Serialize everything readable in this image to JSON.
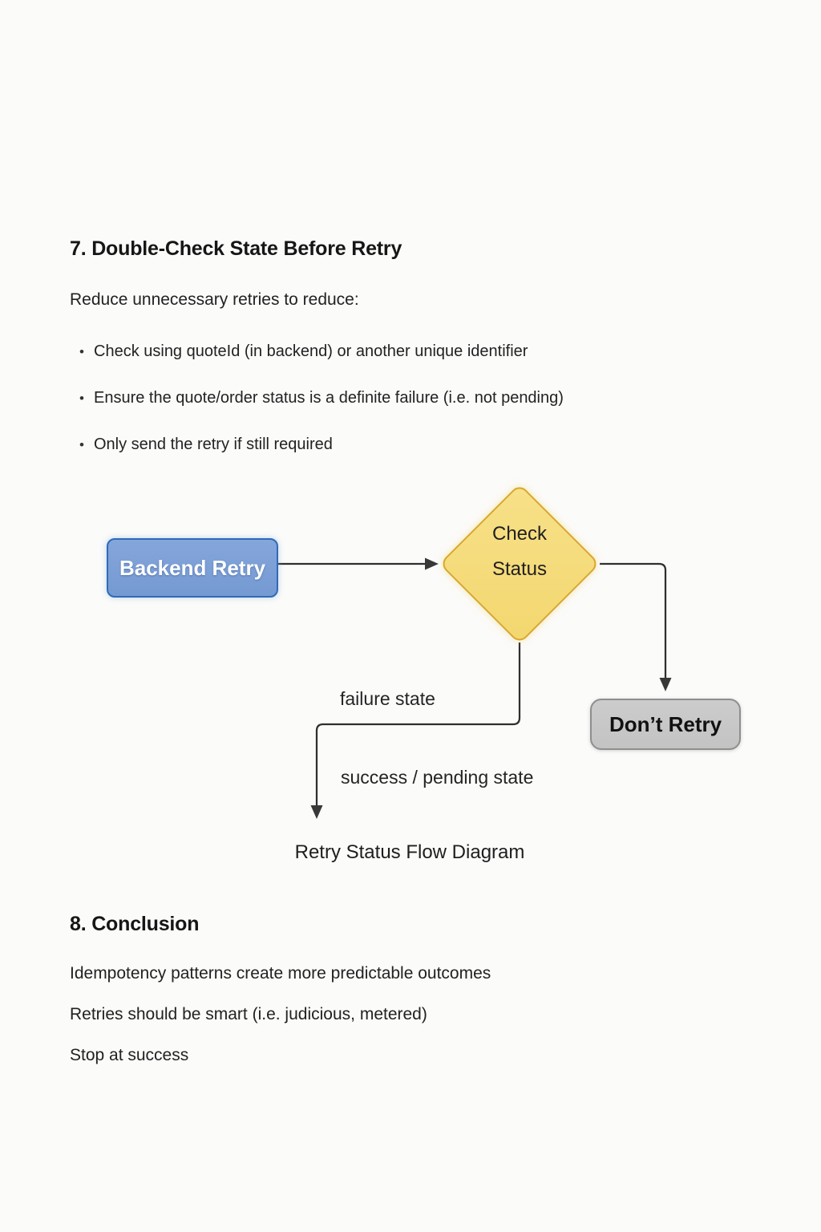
{
  "page": {
    "background_color": "#fbfbfa",
    "text_color": "#1c1c1c"
  },
  "section7": {
    "heading": "7. Double-Check State Before Retry",
    "intro": "Reduce unnecessary retries to reduce:",
    "bullets": [
      "Check using quoteId (in backend) or another unique identifier",
      "Ensure the quote/order status is a definite failure (i.e. not pending)",
      "Only send the retry if still required"
    ]
  },
  "diagram": {
    "caption": "Retry Status Flow Diagram",
    "line_color": "#2f2f2f",
    "nodes": {
      "backend_retry": {
        "label": "Backend Retry",
        "shape": "rounded-rectangle",
        "fill": "#7c9fd6",
        "border": "#2f6bb8",
        "text_color": "#ffffff"
      },
      "check_status": {
        "line1": "Check",
        "line2": "Status",
        "shape": "diamond",
        "fill": "#f4d874",
        "border": "#d9a62a",
        "text_color": "#1f1f1f"
      },
      "dont_retry": {
        "label": "Don’t Retry",
        "shape": "rounded-rectangle",
        "fill": "#c8c8c8",
        "border": "#8e8e8e",
        "text_color": "#111111"
      }
    },
    "edge_labels": {
      "failure": "failure state",
      "success": "success / pending state"
    }
  },
  "section8": {
    "heading": "8. Conclusion",
    "paragraphs": [
      "Idempotency patterns create more predictable outcomes",
      "Retries should be smart (i.e. judicious, metered)",
      "Stop at success"
    ]
  }
}
